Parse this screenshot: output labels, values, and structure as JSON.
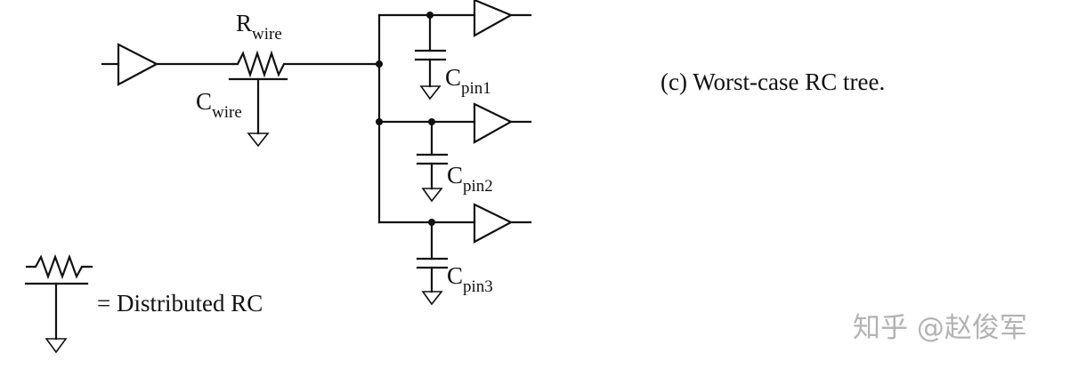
{
  "labels": {
    "r_wire_main": "R",
    "r_wire_sub": "wire",
    "c_wire_main": "C",
    "c_wire_sub": "wire",
    "c_pin1_main": "C",
    "c_pin1_sub": "pin1",
    "c_pin2_main": "C",
    "c_pin2_sub": "pin2",
    "c_pin3_main": "C",
    "c_pin3_sub": "pin3",
    "caption": "(c) Worst-case RC tree.",
    "legend_text": "= Distributed RC",
    "watermark": "知乎 @赵俊军"
  },
  "colors": {
    "ink": "#111111",
    "watermark": "#b3b3b3",
    "background": "#ffffff"
  }
}
